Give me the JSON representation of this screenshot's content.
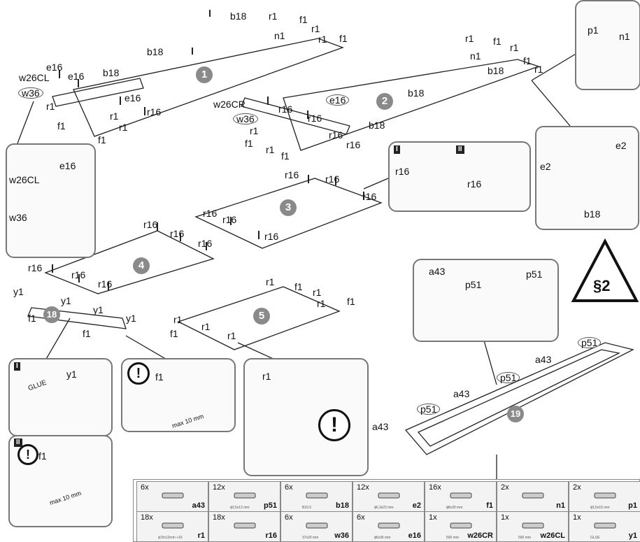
{
  "steps": {
    "s1": "1",
    "s2": "2",
    "s3": "3",
    "s4": "4",
    "s5": "5",
    "s18": "18",
    "s19": "19"
  },
  "warning_sign": "§2",
  "exclamation": "!",
  "glue_text": "GLUE",
  "max_text": "max 10 mm",
  "roman": {
    "one": "I",
    "two": "II"
  },
  "codes": {
    "b18": "b18",
    "e16": "e16",
    "e2": "e2",
    "f1": "f1",
    "n1": "n1",
    "r1": "r1",
    "r16": "r16",
    "p1": "p1",
    "p51": "p51",
    "a43": "a43",
    "y1": "y1",
    "w36": "w36",
    "w26cl": "w26CL",
    "w26cr": "w26CR"
  },
  "parts": [
    {
      "qty": "6x",
      "code": "a43",
      "desc": ""
    },
    {
      "qty": "12x",
      "code": "p51",
      "desc": "ϕ3,5x13 mm"
    },
    {
      "qty": "6x",
      "code": "b18",
      "desc": "B15.5"
    },
    {
      "qty": "12x",
      "code": "e2",
      "desc": "ϕ6,3x23 mm"
    },
    {
      "qty": "16x",
      "code": "f1",
      "desc": "ϕ8x30 mm"
    },
    {
      "qty": "2x",
      "code": "n1",
      "desc": ""
    },
    {
      "qty": "2x",
      "code": "p1",
      "desc": "ϕ3,5x15 mm"
    },
    {
      "qty": "18x",
      "code": "r1",
      "desc": "ϕ15x12mm +16"
    },
    {
      "qty": "18x",
      "code": "r16",
      "desc": ""
    },
    {
      "qty": "6x",
      "code": "w36",
      "desc": "37x26 mm"
    },
    {
      "qty": "6x",
      "code": "e16",
      "desc": "ϕ6x36 mm"
    },
    {
      "qty": "1x",
      "code": "w26CR",
      "desc": "500 mm"
    },
    {
      "qty": "1x",
      "code": "w26CL",
      "desc": "500 mm"
    },
    {
      "qty": "1x",
      "code": "y1",
      "desc": "GLUE"
    }
  ],
  "colors": {
    "line": "#222222",
    "panel_num_bg": "#8a8a8a",
    "box_border": "#777777"
  }
}
